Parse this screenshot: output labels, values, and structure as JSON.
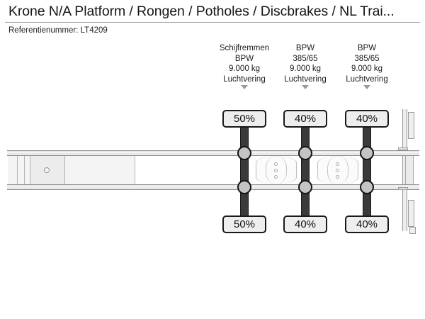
{
  "header": {
    "title": "Krone N/A Platform / Rongen / Potholes / Discbrakes / NL Trai...",
    "reference": "Referentienummer: LT4209"
  },
  "axles": [
    {
      "id": "axle-1",
      "lines": [
        "Schijfremmen",
        "BPW",
        "9.000 kg",
        "Luchtvering"
      ],
      "brake_type": "Schijfremmen",
      "brand": "BPW",
      "capacity": "9.000 kg",
      "suspension": "Luchtvering",
      "tyre_top": "50%",
      "tyre_bottom": "50%"
    },
    {
      "id": "axle-2",
      "lines": [
        "BPW",
        "385/65",
        "9.000 kg",
        "Luchtvering"
      ],
      "brand": "BPW",
      "tyre_size": "385/65",
      "capacity": "9.000 kg",
      "suspension": "Luchtvering",
      "tyre_top": "40%",
      "tyre_bottom": "40%"
    },
    {
      "id": "axle-3",
      "lines": [
        "BPW",
        "385/65",
        "9.000 kg",
        "Luchtvering"
      ],
      "brand": "BPW",
      "tyre_size": "385/65",
      "capacity": "9.000 kg",
      "suspension": "Luchtvering",
      "tyre_top": "40%",
      "tyre_bottom": "40%"
    }
  ],
  "colors": {
    "badge_border": "#1a1a1a",
    "badge_fill": "#eeeeee",
    "axle_bar": "#3a3a3a",
    "hub_fill": "#c4c4c4",
    "rail_fill": "#e9e9e9",
    "arrow": "#9a9a9a",
    "divider": "#9d9d9d"
  }
}
